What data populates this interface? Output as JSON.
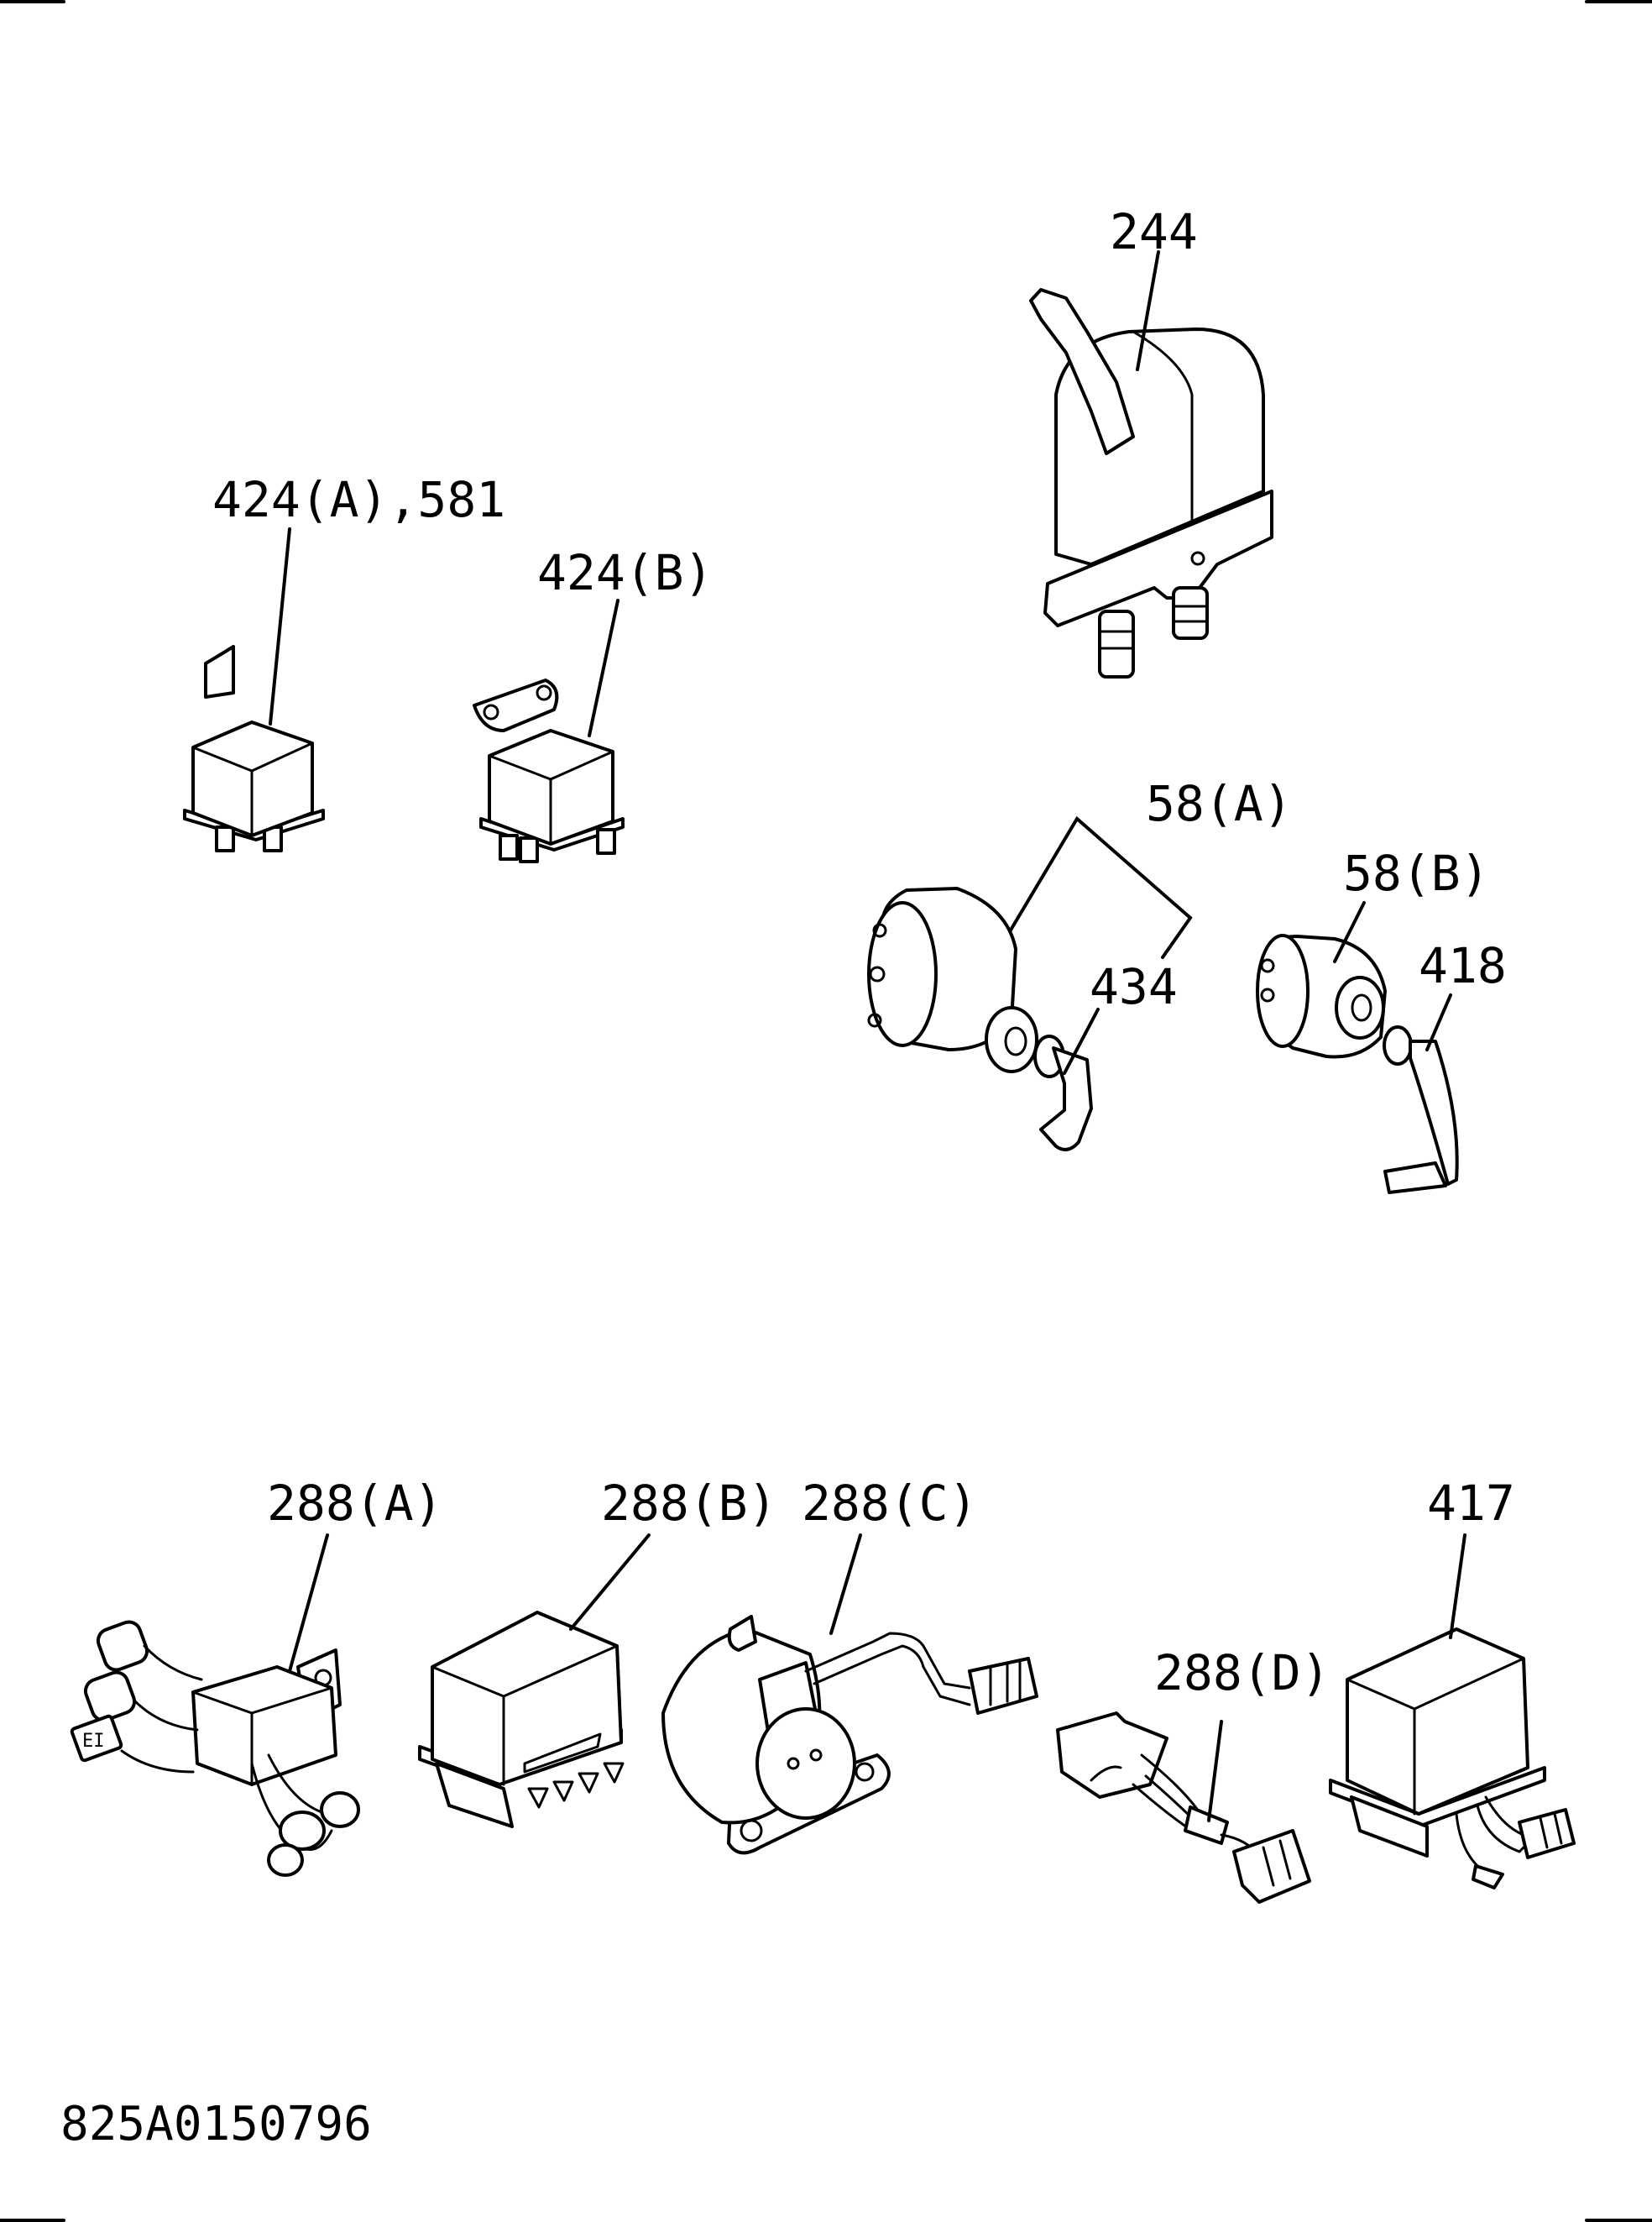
{
  "diagram": {
    "labels": {
      "p244": "244",
      "p424a_581": "424(A),581",
      "p424b": "424(B)",
      "p58a": "58(A)",
      "p58b": "58(B)",
      "p434": "434",
      "p418": "418",
      "p288a": "288(A)",
      "p288b": "288(B)",
      "p288c": "288(C)",
      "p288d": "288(D)",
      "p417": "417"
    },
    "drawing_code": "825A0150796"
  }
}
